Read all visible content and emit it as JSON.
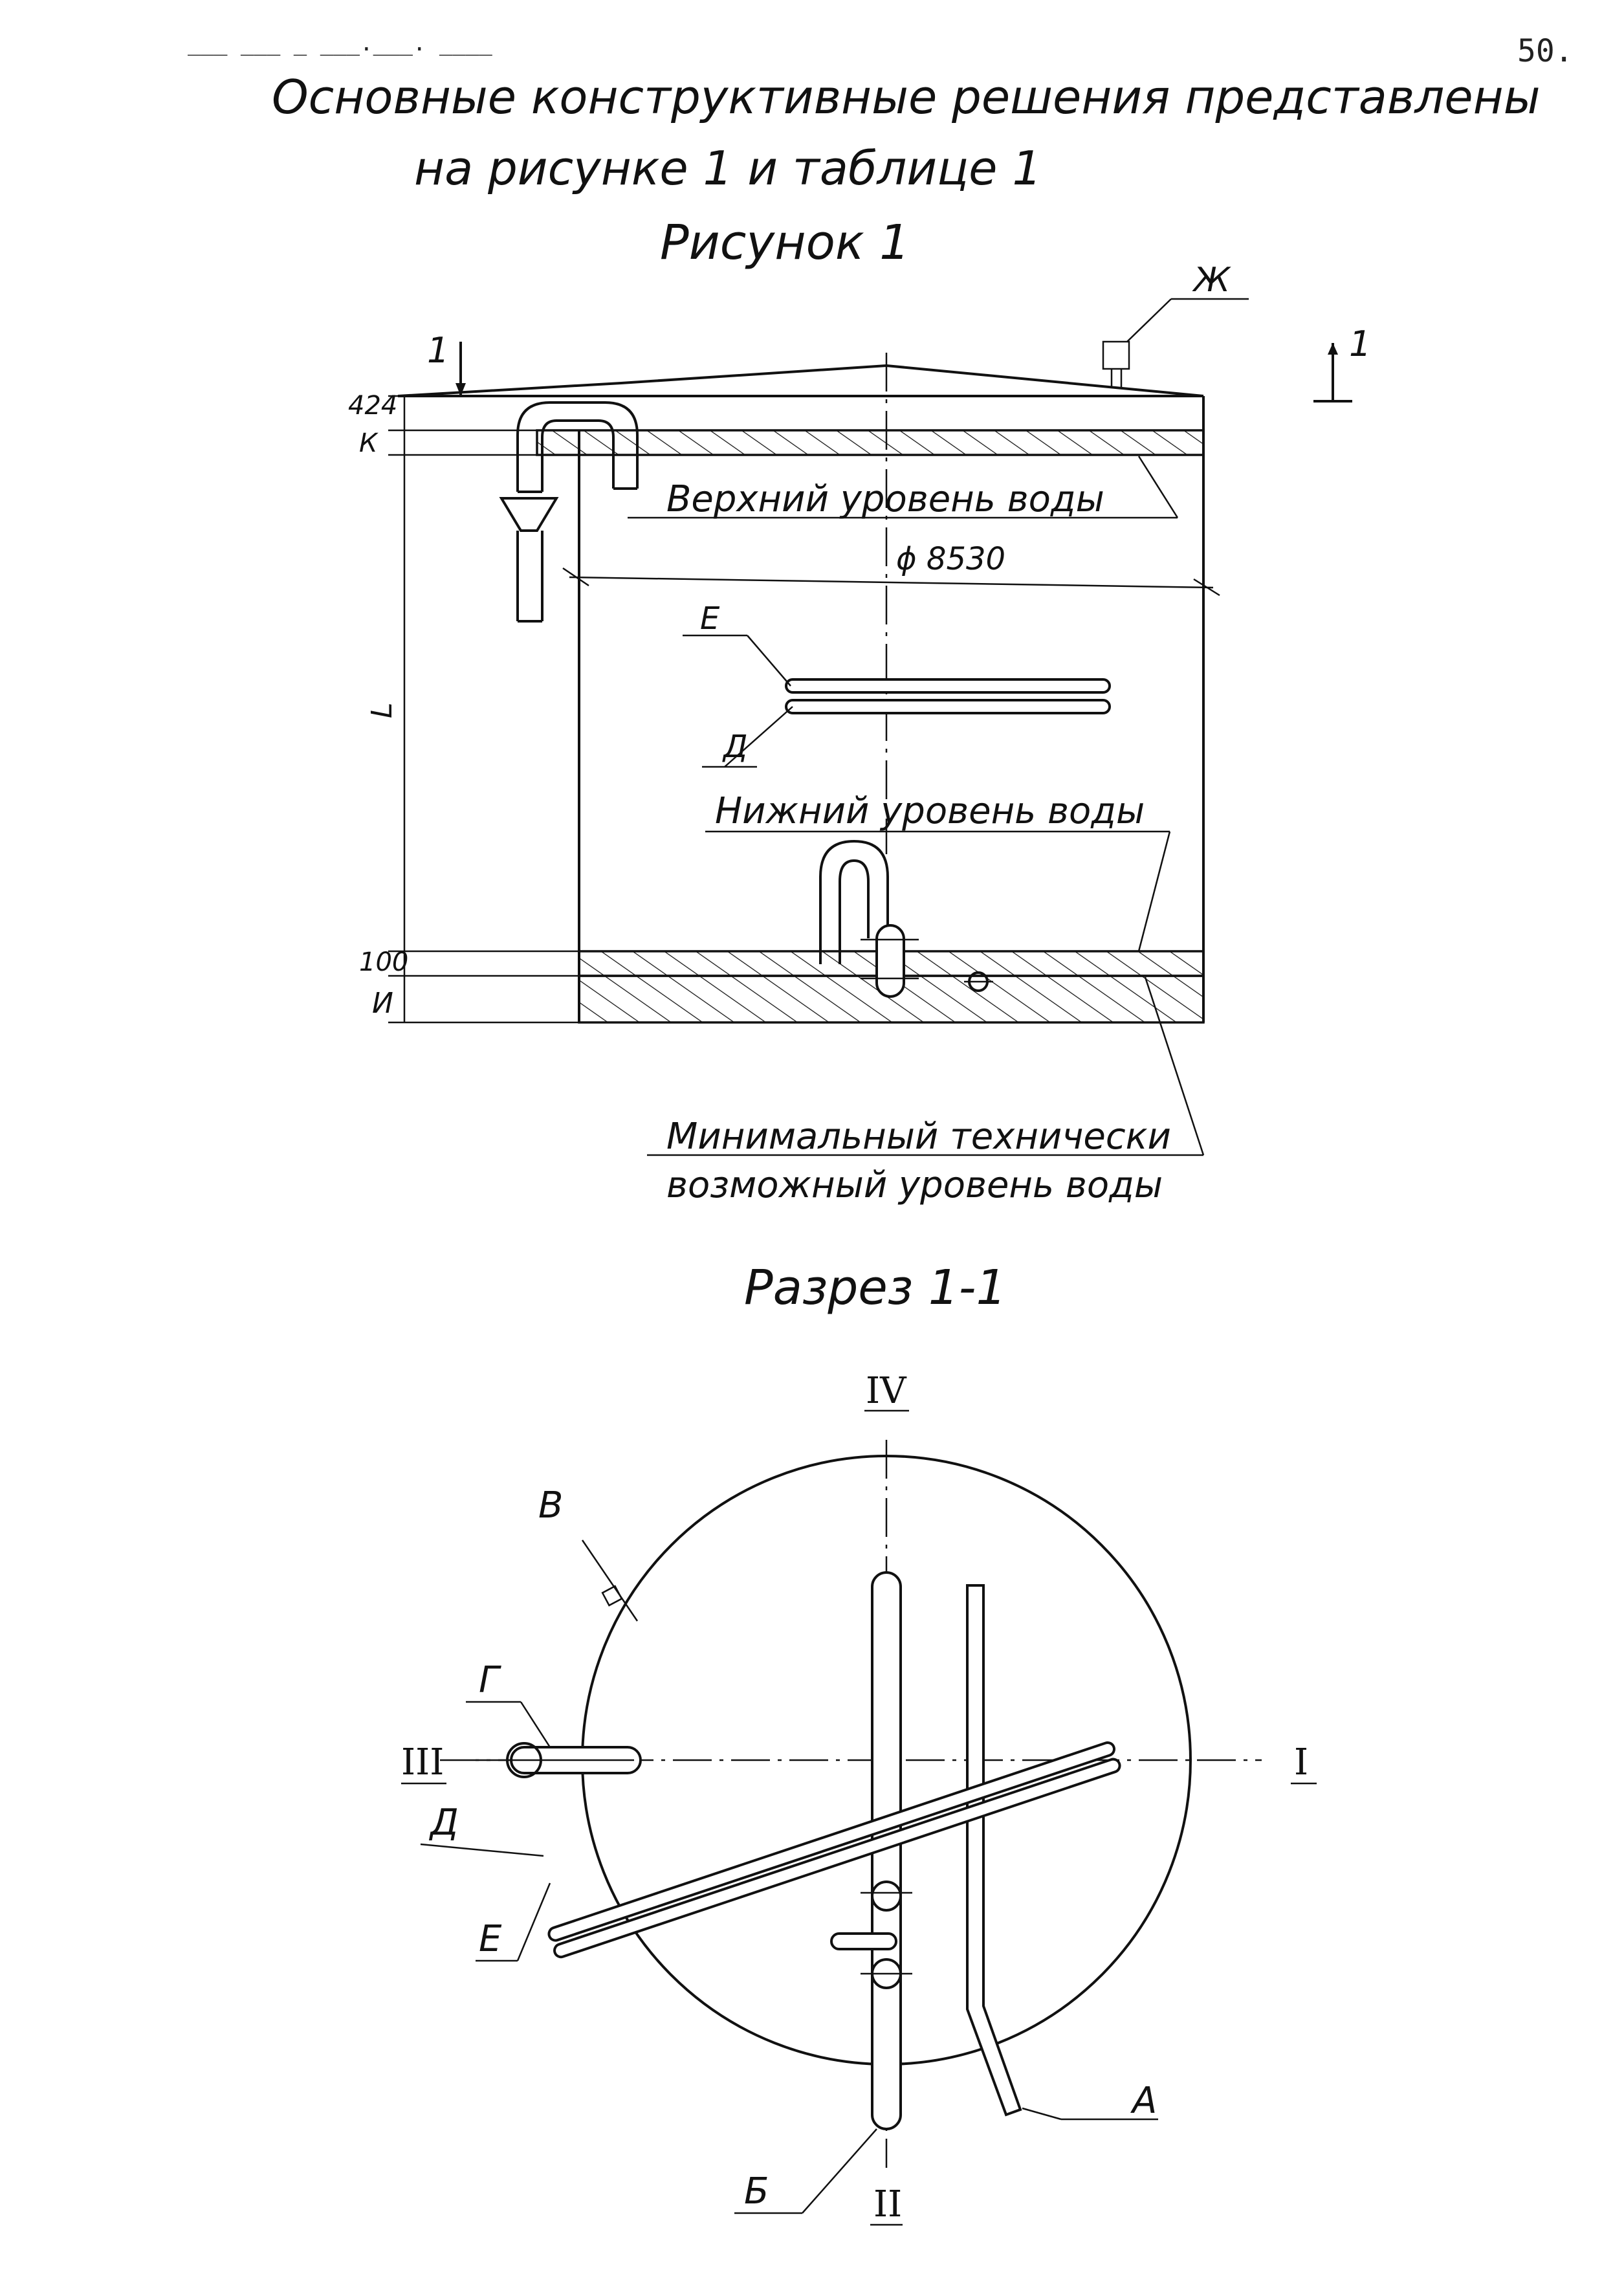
{
  "page": {
    "page_number": "50.",
    "header_stamp": "___ ___ _ ___.___. ____",
    "intro_line1": "Основные конструктивные решения представлены",
    "intro_line2": "на рисунке 1 и таблице 1"
  },
  "figure1": {
    "title": "Рисунок 1",
    "section_mark_left": "1",
    "section_mark_right": "1",
    "label_Zh": "Ж",
    "dim_424": "424",
    "dim_K": "К",
    "dim_L": "L",
    "dim_100": "100",
    "dim_I": "И",
    "upper_level": "Верхний уровень воды",
    "diameter": "ϕ 8530",
    "label_E": "Е",
    "label_D": "Д",
    "lower_level": "Нижний уровень воды",
    "min_level_line1": "Минимальный технически",
    "min_level_line2": "возможный уровень воды"
  },
  "section": {
    "title": "Разрез 1-1",
    "axis_IV": "IV",
    "axis_III": "III",
    "axis_I": "I",
    "axis_II": "II",
    "label_V": "В",
    "label_G": "Г",
    "label_D": "Д",
    "label_E": "Е",
    "label_A": "А",
    "label_B": "Б"
  }
}
